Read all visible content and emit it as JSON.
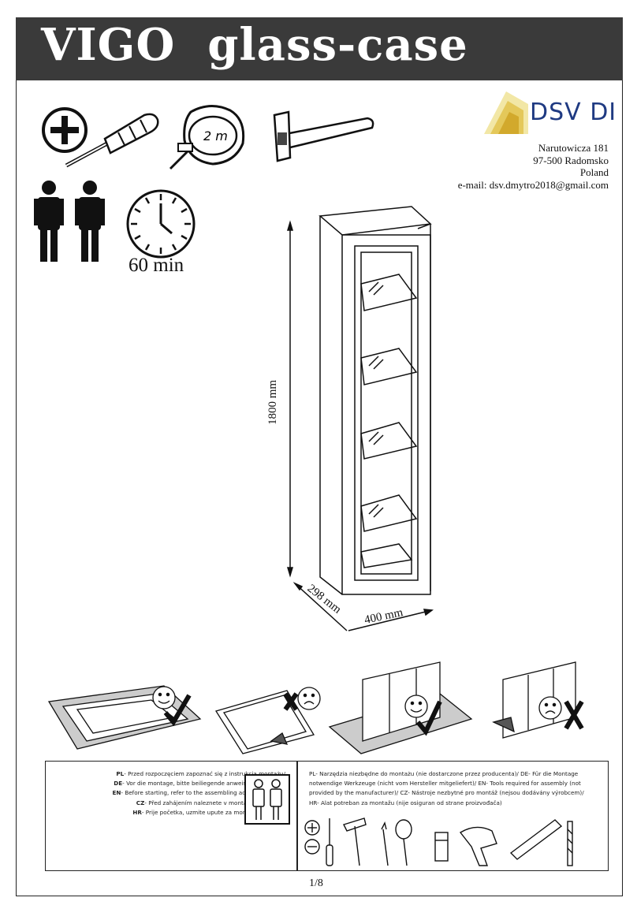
{
  "header": {
    "title": "VIGO  glass-case"
  },
  "logo": {
    "text": "DSV DI"
  },
  "address": {
    "street": "Narutowicza 181",
    "city": "97-500 Radomsko",
    "country": "Poland",
    "email": "e-mail:  dsv.dmytro2018@gmail.com"
  },
  "assembly": {
    "time": "60 min",
    "clock_label": "2 m"
  },
  "dimensions": {
    "height": "1800 mm",
    "depth": "298 mm",
    "width": "400 mm"
  },
  "info_left": {
    "pl": "Przed rozpoczęciem zapoznać się z instrukcją montażu/",
    "de": "Vor die montage, bitte beiliegende anweisungen folgen/",
    "en": "Before starting, refer to the assembling advice in annex/",
    "cz": "Před zahájením naleznete v montážním návodu/",
    "hr": "Prije početka, uzmite upute za montažu u prilogu"
  },
  "info_left_codes": {
    "pl": "PL",
    "de": "DE",
    "en": "EN",
    "cz": "CZ",
    "hr": "HR"
  },
  "info_right": {
    "line1": "PL- Narzędzia niezbędne do montażu (nie dostarczone przez producenta)/ DE- Für die Montage",
    "line2": "notwendige Werkzeuge (nicht vom Hersteller mitgeliefert)/ EN- Tools required for assembly (not",
    "line3": "provided by the manufacturer)/ CZ- Nástroje nezbytné pro montáž (nejsou dodávány výrobcem)/",
    "line4": "HR- Alat potreban za montažu (nije osiguran od strane proizvođača)"
  },
  "footer": {
    "page": "1/8"
  }
}
